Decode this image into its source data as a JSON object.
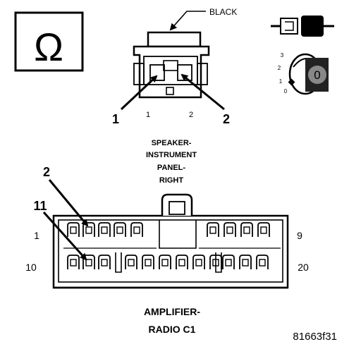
{
  "ohm_symbol": "Ω",
  "top_connector": {
    "color_label": "BLACK",
    "pin_labels": [
      "1",
      "2"
    ],
    "callout_labels": [
      "1",
      "2"
    ],
    "name_lines": [
      "SPEAKER-",
      "INSTRUMENT",
      "PANEL-",
      "RIGHT"
    ]
  },
  "ignition": {
    "position_labels": [
      "3",
      "2",
      "1",
      "0"
    ],
    "key_label": "0"
  },
  "main_connector": {
    "pin_labels": {
      "top_left": "1",
      "top_right": "9",
      "bottom_left": "10",
      "bottom_right": "20"
    },
    "callout_labels": [
      "2",
      "11"
    ],
    "name_lines": [
      "AMPLIFIER-",
      "RADIO C1"
    ]
  },
  "figure_id": "81663f31",
  "icons": [
    "ohm-symbol-icon",
    "ignition-key-icon",
    "key-off-position-icon"
  ]
}
